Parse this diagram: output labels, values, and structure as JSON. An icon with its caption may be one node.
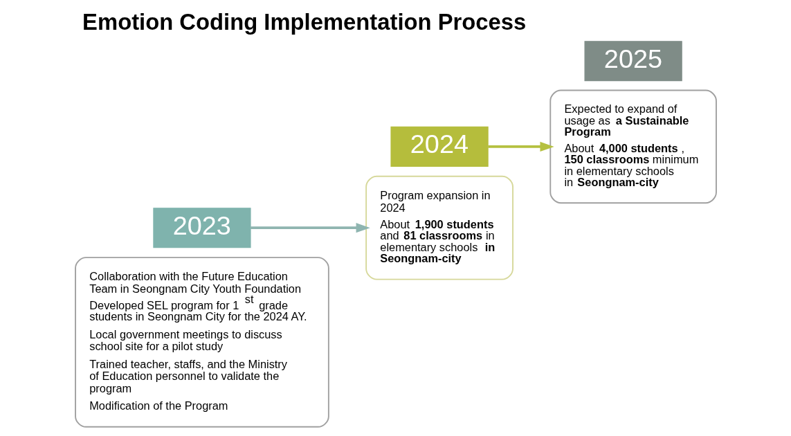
{
  "diagram": {
    "title": "Emotion Coding Implementation Process",
    "nodes": [
      {
        "text": [
          "Collaboration with the Future Education Team in Seongnam City Youth Foundation",
          "Developed SEL program for 1$^{st}$ grade students in Seongnam City for the 2024 AY.",
          "Local government meetings to discuss school site for a pilot study",
          "Trained teacher, staffs, and the Ministry of Education personnel to validate the program",
          "Modification of the Program"
        ]
      },
      {
        "text": [
          "2023"
        ]
      },
      {
        "text": [
          "Program expansion in 2024",
          "About **1,900 students** and **81 classrooms** in elementary schools **in Seongnam-city**"
        ]
      },
      {
        "text": [
          "2024"
        ]
      },
      {
        "text": [
          "Expected to expand of usage as **a Sustainable Program**",
          "About **4,000 students**, **150 classrooms** minimum in elementary schools in **Seongnam-city**"
        ]
      },
      {
        "text": [
          "2025"
        ]
      }
    ],
    "edges": [
      {
        "from": 1,
        "to": 2,
        "arrow": "to",
        "color": "#8fb5b0"
      },
      {
        "from": 3,
        "to": 4,
        "arrow": "to",
        "color": "#b5c040"
      }
    ]
  }
}
